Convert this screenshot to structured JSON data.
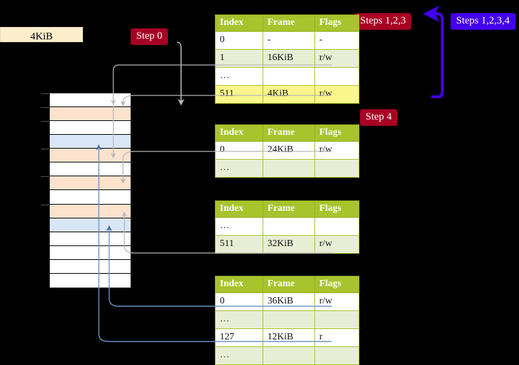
{
  "labels": {
    "kib_box": "4KiB",
    "step0": "Step 0",
    "step4": "Step 4",
    "steps123": "Steps 1,2,3",
    "steps1234": "Steps 1,2,3,4"
  },
  "colors": {
    "badge_red": "#a80023",
    "badge_blue": "#4400ee",
    "table_header": "#a8c32c",
    "table_row_tint": "#e8eed3",
    "highlight_yellow": "#faf58c",
    "mem_orange": "#fde3cd",
    "mem_blue": "#d9e6f7",
    "wire_grey": "#a8a8a8",
    "wire_blue": "#6e95c4",
    "arrow_purple": "#4400ee",
    "kib_box_bg": "#fceecb"
  },
  "tables": [
    {
      "name": "pml4-table",
      "headers": [
        "Index",
        "Frame",
        "Flags"
      ],
      "rows": [
        {
          "tint": false,
          "highlight": false,
          "cells": [
            "0",
            "-",
            "-"
          ]
        },
        {
          "tint": true,
          "highlight": false,
          "cells": [
            "1",
            "16KiB",
            "r/w"
          ]
        },
        {
          "tint": false,
          "highlight": false,
          "cells": [
            "…",
            "",
            ""
          ]
        },
        {
          "tint": true,
          "highlight": true,
          "cells": [
            "511",
            "4KiB",
            "r/w"
          ]
        }
      ]
    },
    {
      "name": "pdpt-table",
      "headers": [
        "Index",
        "Frame",
        "Flags"
      ],
      "rows": [
        {
          "tint": false,
          "highlight": false,
          "cells": [
            "0",
            "24KiB",
            "r/w"
          ]
        },
        {
          "tint": true,
          "highlight": false,
          "cells": [
            "…",
            "",
            ""
          ]
        }
      ]
    },
    {
      "name": "pd-table",
      "headers": [
        "Index",
        "Frame",
        "Flags"
      ],
      "rows": [
        {
          "tint": false,
          "highlight": false,
          "cells": [
            "…",
            "",
            ""
          ]
        },
        {
          "tint": true,
          "highlight": false,
          "cells": [
            "511",
            "32KiB",
            "r/w"
          ]
        }
      ]
    },
    {
      "name": "pt-table",
      "headers": [
        "Index",
        "Frame",
        "Flags"
      ],
      "rows": [
        {
          "tint": false,
          "highlight": false,
          "cells": [
            "0",
            "36KiB",
            "r/w"
          ]
        },
        {
          "tint": true,
          "highlight": false,
          "cells": [
            "…",
            "",
            ""
          ]
        },
        {
          "tint": false,
          "highlight": false,
          "cells": [
            "127",
            "12KiB",
            "r"
          ]
        },
        {
          "tint": true,
          "highlight": false,
          "cells": [
            "…",
            "",
            ""
          ]
        }
      ]
    }
  ],
  "memory_column": {
    "name": "physical-memory-column",
    "rows": [
      {
        "fill": "plain",
        "tick": true
      },
      {
        "fill": "orange",
        "tick": true
      },
      {
        "fill": "plain",
        "tick": true
      },
      {
        "fill": "blue",
        "tick": false
      },
      {
        "fill": "orange",
        "tick": true
      },
      {
        "fill": "plain",
        "tick": false
      },
      {
        "fill": "orange",
        "tick": true
      },
      {
        "fill": "plain",
        "tick": false
      },
      {
        "fill": "orange",
        "tick": true
      },
      {
        "fill": "blue",
        "tick": false
      },
      {
        "fill": "plain",
        "tick": false
      },
      {
        "fill": "plain",
        "tick": false
      },
      {
        "fill": "plain",
        "tick": false
      },
      {
        "fill": "plain",
        "tick": false
      }
    ]
  }
}
